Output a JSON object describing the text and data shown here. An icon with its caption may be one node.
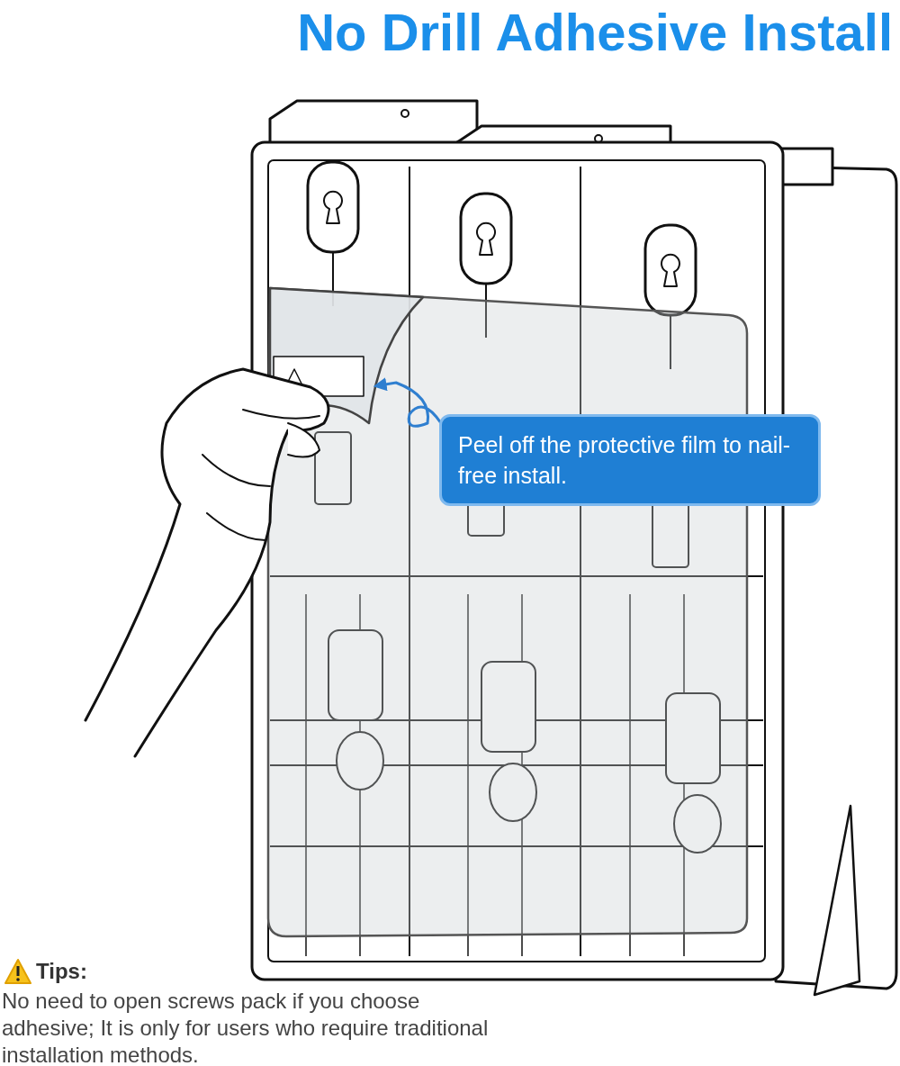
{
  "diagram": {
    "title": "No Drill Adhesive Install",
    "nodes": [
      {
        "text": [
          "Peel off the protective film to nail-free install."
        ]
      }
    ],
    "labels": [
      "Tips:",
      "No need to open screws pack if you choose adhesive; It is only for users who require traditional installation methods."
    ]
  }
}
